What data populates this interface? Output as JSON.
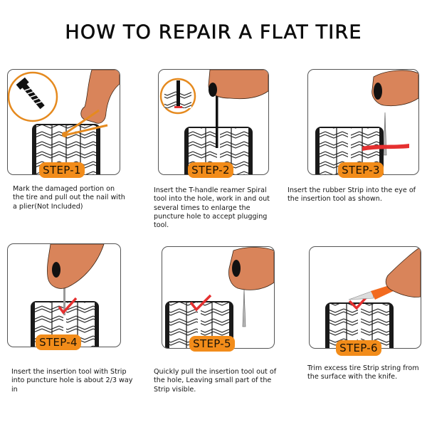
{
  "title": "HOW TO REPAIR A FLAT TIRE",
  "accent_color": "#f28c1a",
  "steps": [
    {
      "badge": "STEP-1",
      "text": "Mark the damaged portion on the tire and pull out the nail with a plier(Not Included)",
      "illustration": "hand-pliers-nail"
    },
    {
      "badge": "STEP-2",
      "text": "Insert the T-handle reamer Spiral tool into the hole, work in and out several times to enlarge the puncture hole to accept plugging tool.",
      "illustration": "hand-reamer"
    },
    {
      "badge": "STEP-3",
      "text": "Insert the rubber Strip into the eye of the insertion tool as shown.",
      "illustration": "hand-insertion-tool-strip"
    },
    {
      "badge": "STEP-4",
      "text": "Insert the insertion tool with Strip into puncture hole is about 2/3 way in",
      "illustration": "hand-insert-tool-check"
    },
    {
      "badge": "STEP-5",
      "text": "Quickly pull the insertion tool out of the hole, Leaving small part of the Strip visible.",
      "illustration": "hand-pull-tool-check"
    },
    {
      "badge": "STEP-6",
      "text": "Trim excess tire Strip string from the surface with the knife.",
      "illustration": "hand-knife-trim"
    }
  ]
}
